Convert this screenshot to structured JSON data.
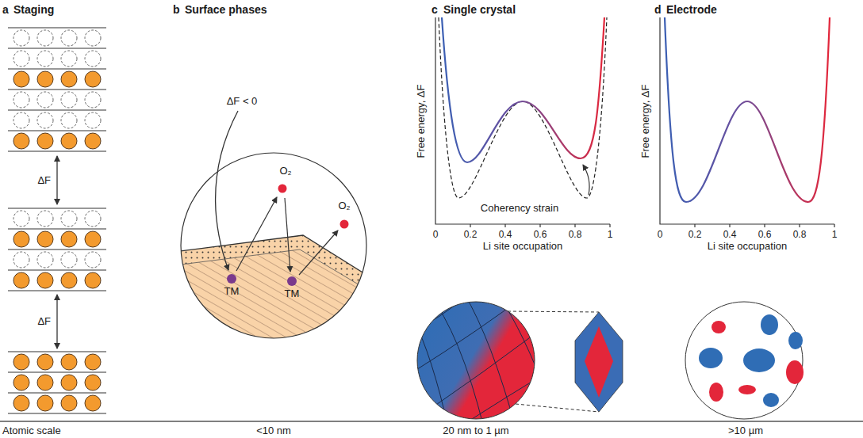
{
  "diagram": {
    "nodes": [
      {
        "text": [
          "TM",
          "TM",
          "O₂",
          "O₂"
        ]
      }
    ],
    "labels": [
      "a",
      "Staging",
      "b",
      "Surface phases",
      "c",
      "Single crystal",
      "d",
      "Electrode",
      "ΔF",
      "ΔF",
      "ΔF < 0",
      "Free energy, ΔF",
      "Li site occupation",
      "0",
      "0.2",
      "0.4",
      "0.6",
      "0.8",
      "1",
      "Coherency strain",
      "Free energy, ΔF",
      "Li site occupation",
      "0",
      "0.2",
      "0.4",
      "0.6",
      "0.8",
      "1",
      "Atomic scale",
      "<10 nm",
      "20 nm to 1 µm",
      ">10 µm"
    ]
  }
}
